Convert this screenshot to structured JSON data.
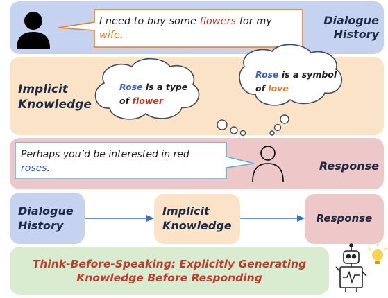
{
  "top": {
    "speech_pre": "I need to buy some ",
    "speech_flowers": "flowers",
    "speech_mid": " for my",
    "speech_wife": "wife",
    "speech_end": ".",
    "label_line1": "Dialogue",
    "label_line2": "History"
  },
  "knowledge": {
    "label_line1": "Implicit",
    "label_line2": "Knowledge",
    "cloud1_rose": "Rose",
    "cloud1_mid": " is a type",
    "cloud1_of": "of ",
    "cloud1_flower": "flower",
    "cloud2_rose": "Rose",
    "cloud2_mid": " is a symbol",
    "cloud2_of": "of ",
    "cloud2_love": "love"
  },
  "response": {
    "speech_line1": "Perhaps you’d be interested in red",
    "speech_roses": "roses",
    "speech_end": ".",
    "label": "Response"
  },
  "flow": {
    "box1_line1": "Dialogue",
    "box1_line2": "History",
    "box2_line1": "Implicit",
    "box2_line2": "Knowledge",
    "box3": "Response"
  },
  "title": {
    "line1": "Think-Before-Speaking: Explicitly Generating",
    "line2": "Knowledge Before Responding"
  },
  "colors": {
    "blue_panel": "#c5d3f0",
    "orange_panel": "#fbe3c8",
    "pink_panel": "#eec8c8",
    "green_panel": "#d9ecd0",
    "title_text": "#c0392b"
  }
}
